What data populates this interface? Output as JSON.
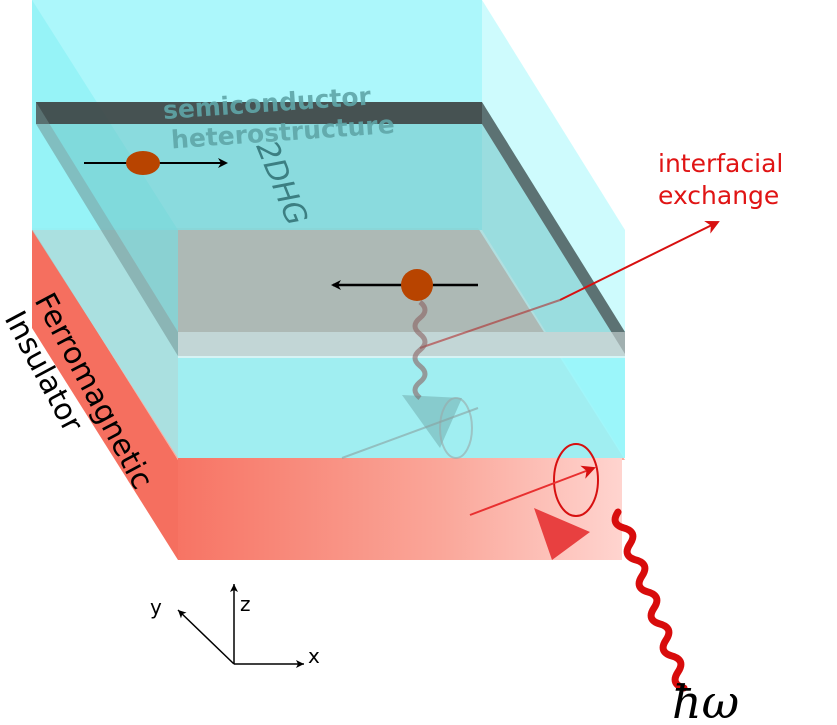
{
  "labels": {
    "semiconductor_line1": "semiconductor",
    "semiconductor_line2": "heterostructure",
    "two_dhg": "2DHG",
    "interfacial_line1": "interfacial",
    "interfacial_line2": "exchange",
    "ferromagnetic": "Ferromagnetic",
    "insulator": "Insulator",
    "axis_x": "x",
    "axis_y": "y",
    "axis_z": "z",
    "photon": "ħω"
  },
  "colors": {
    "semiconductor_block": "#8ff4f8",
    "ferromagnet_block": "#f77a6a",
    "hole_dot": "#b84400",
    "exchange_arrow": "#d71010",
    "photon_wave": "#e01010"
  }
}
